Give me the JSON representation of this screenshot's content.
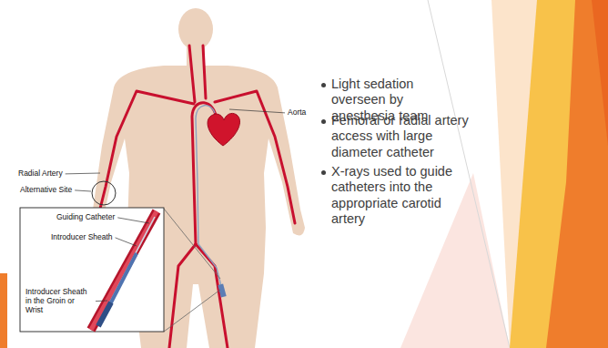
{
  "diagram": {
    "labels": [
      "Radial Artery",
      "Alternative Site",
      "Aorta",
      "Guiding Catheter",
      "Introducer Sheath",
      "Introducer Sheath in the Groin or Wrist",
      "Light sedation overseen by anesthesia team",
      "Femoral or radial artery access with large diameter catheter",
      "X-rays used to guide catheters into the appropriate carotid artery"
    ]
  }
}
